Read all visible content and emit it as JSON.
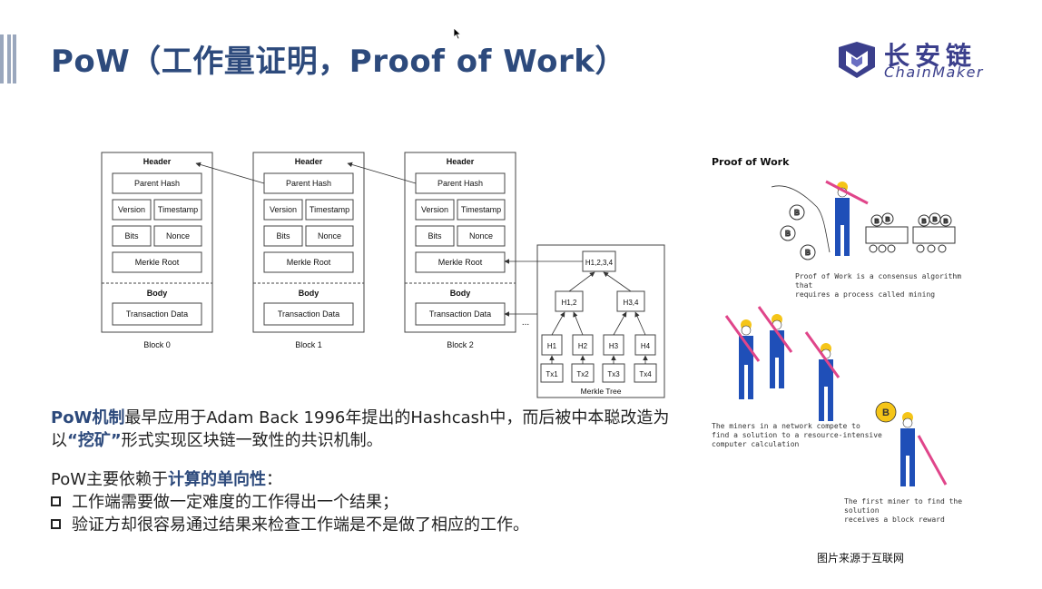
{
  "slide": {
    "title": "PoW（工作量证明，Proof of Work）",
    "logo": {
      "cn": "长安链",
      "en": "ChainMaker"
    },
    "source_note": "图片来源于互联网"
  },
  "blockchain_diagram": {
    "blocks": [
      {
        "label": "Block 0"
      },
      {
        "label": "Block 1"
      },
      {
        "label": "Block 2"
      }
    ],
    "field_labels": {
      "header": "Header",
      "parent_hash": "Parent Hash",
      "version": "Version",
      "timestamp": "Timestamp",
      "bits": "Bits",
      "nonce": "Nonce",
      "merkle_root": "Merkle Root",
      "body": "Body",
      "transaction_data": "Transaction Data"
    },
    "ellipsis": "...",
    "merkle_tree": {
      "label": "Merkle Tree",
      "root": "H1,2,3,4",
      "level1": [
        "H1,2",
        "H3,4"
      ],
      "leaves": [
        "H1",
        "H2",
        "H3",
        "H4"
      ],
      "transactions": [
        "Tx1",
        "Tx2",
        "Tx3",
        "Tx4"
      ]
    }
  },
  "text": {
    "p1_highlight": "PoW机制",
    "p1_rest": "最早应用于Adam Back 1996年提出的Hashcash中，而后被中本聪改造为以",
    "p1_quote": "“挖矿”",
    "p1_end": "形式实现区块链一致性的共识机制。",
    "p2_prefix": "PoW主要依赖于",
    "p2_highlight": "计算的单向性",
    "p2_suffix": "：",
    "bullets": [
      "工作端需要做一定难度的工作得出一个结果；",
      "验证方却很容易通过结果来检查工作端是不是做了相应的工作。"
    ]
  },
  "illustration": {
    "title": "Proof of Work",
    "captions": [
      [
        "Proof of Work is a consensus algorithm that",
        "requires a process called mining"
      ],
      [
        "The miners in a network compete to",
        "find a solution to a resource-intensive",
        "computer calculation"
      ],
      [
        "The first miner to find the solution",
        "receives a block reward"
      ]
    ],
    "coin_symbol": "B"
  },
  "colors": {
    "title": "#2d4a7c",
    "accent_bars": "#9aa7bd",
    "logo": "#3b3f8c",
    "miner_blue": "#1f4fb8",
    "helmet_yellow": "#f5c518",
    "pickaxe_pink": "#e0458a"
  }
}
